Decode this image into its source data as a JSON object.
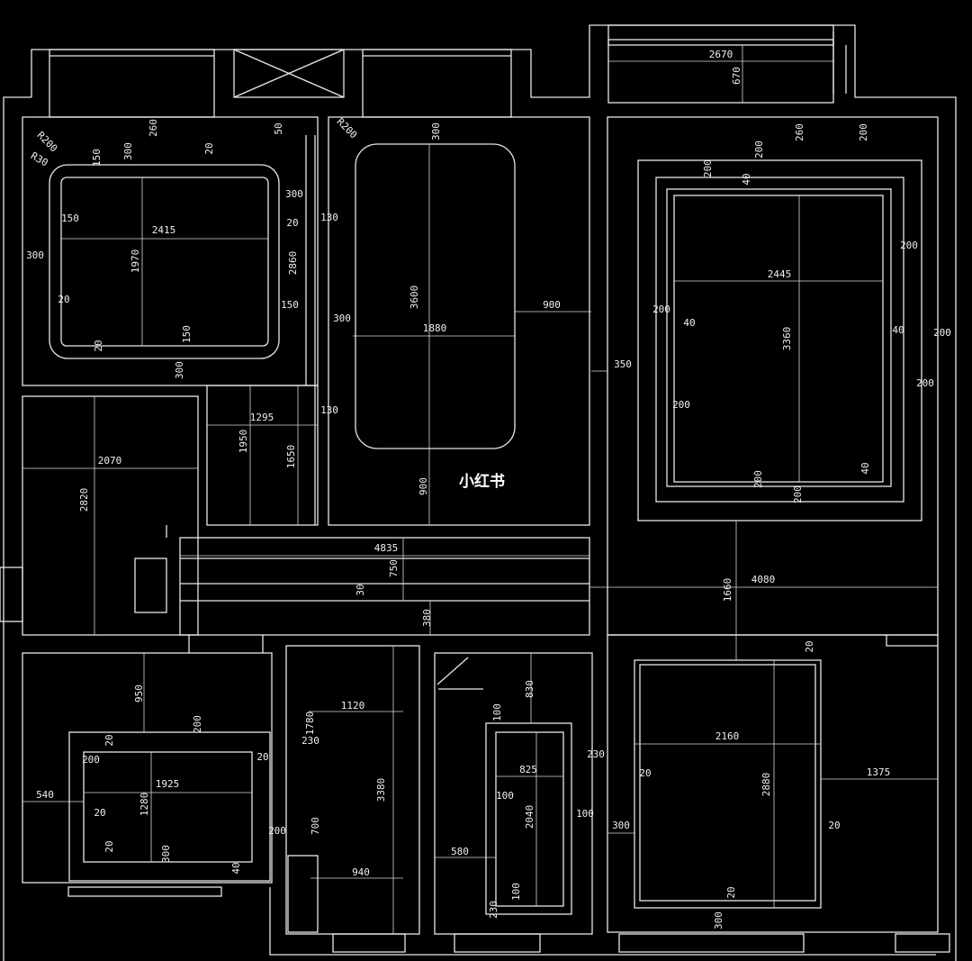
{
  "drawing": {
    "background": "#000000",
    "line_color": "#e8e8e8",
    "watermark": "小红书",
    "labels": [
      "R200",
      "R30",
      "260",
      "50",
      "300",
      "150",
      "20",
      "300",
      "20",
      "150",
      "2415",
      "300",
      "1970",
      "2860",
      "20",
      "150",
      "20",
      "150",
      "300",
      "130",
      "130",
      "R200",
      "300",
      "3600",
      "900",
      "300",
      "1880",
      "1295",
      "1950",
      "1650",
      "900",
      "2070",
      "2820",
      "2670",
      "670",
      "260",
      "200",
      "200",
      "200",
      "40",
      "200",
      "2445",
      "200",
      "40",
      "40",
      "200",
      "350",
      "3360",
      "200",
      "200",
      "200",
      "40",
      "200",
      "4835",
      "750",
      "30",
      "4080",
      "1660",
      "380",
      "950",
      "200",
      "20",
      "20",
      "200",
      "1925",
      "540",
      "1280",
      "20",
      "200",
      "20",
      "300",
      "40",
      "1120",
      "1780",
      "230",
      "3380",
      "700",
      "940",
      "830",
      "100",
      "230",
      "825",
      "100",
      "2040",
      "100",
      "580",
      "100",
      "230",
      "20",
      "2160",
      "1375",
      "20",
      "2880",
      "300",
      "20",
      "20",
      "300"
    ]
  }
}
